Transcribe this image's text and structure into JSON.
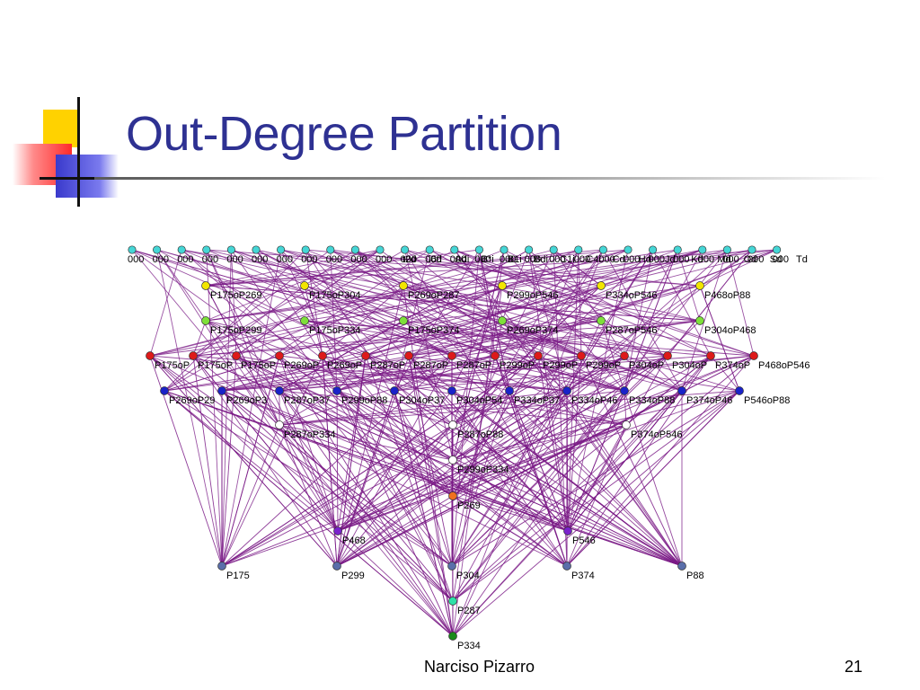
{
  "slide": {
    "title": "Out-Degree Partition",
    "author": "Narciso Pizarro",
    "page_number": "21"
  },
  "colors": {
    "title": "#2e3192",
    "edge": "#7a1a86",
    "cyan": "#45d6d6",
    "yellow": "#f2e600",
    "green": "#7ee03a",
    "red": "#dd1a1a",
    "blue": "#1a22c8",
    "white": "#ffffff",
    "orange": "#f07020",
    "purple": "#7a22cc",
    "steel": "#5a6eaa",
    "teal": "#2ee0a8",
    "dark_green": "#1a8a1a"
  },
  "network": {
    "rows": [
      {
        "color": "cyan",
        "nodes": [
          "000",
          "000",
          "000",
          "000",
          "000",
          "000",
          "000",
          "000",
          "000",
          "000",
          "000",
          "000",
          "000",
          "000",
          "000",
          "000",
          "000",
          "000",
          "000",
          "000",
          "000",
          "000",
          "000",
          "000",
          "000",
          "000",
          "000"
        ]
      },
      {
        "color": "cyan",
        "nodes": [
          "t2d",
          "i6d",
          "Adi",
          "B*i",
          "B1i",
          "Bdi",
          "C1i",
          "C4i",
          "Cd",
          "Hd",
          "Jd",
          "Kd",
          "Md",
          "Od",
          "Sd",
          "Td"
        ]
      },
      {
        "color": "yellow",
        "nodes": [
          "P175oP269",
          "P175oP304",
          "P269oP287",
          "P299oP546",
          "P334oP546",
          "P468oP88"
        ]
      },
      {
        "color": "green",
        "nodes": [
          "P175oP299",
          "P175oP334",
          "P175oP374",
          "P269oP374",
          "P287oP546",
          "P304oP468"
        ]
      },
      {
        "color": "red",
        "nodes": [
          "P175oP",
          "P175oP",
          "P175oP",
          "P269oP",
          "P269oP",
          "P287oP",
          "P287oP",
          "P287oP",
          "P299oP",
          "P299oP",
          "P299oP",
          "P304oP",
          "P304oP",
          "P374oP",
          "P468oP546"
        ]
      },
      {
        "color": "blue",
        "nodes": [
          "P269oP29",
          "P269oP3",
          "P287oP37",
          "P299oP88",
          "P304oP37",
          "P304oP54",
          "P334oP37",
          "P334oP46",
          "P334oP88",
          "P374oP46",
          "P546oP88"
        ]
      },
      {
        "color": "white",
        "nodes": [
          "P287oP334",
          "P287oP88",
          "P374oP546"
        ]
      },
      {
        "color": "white",
        "nodes": [
          "P299oP334"
        ]
      },
      {
        "color": "orange",
        "nodes": [
          "P269"
        ]
      },
      {
        "color": "purple",
        "nodes": [
          "P468",
          "P546"
        ]
      },
      {
        "color": "steel",
        "nodes": [
          "P175",
          "P299",
          "P304",
          "P374",
          "P88"
        ]
      },
      {
        "color": "teal",
        "nodes": [
          "P287"
        ]
      },
      {
        "color": "dark_green",
        "nodes": [
          "P334"
        ]
      }
    ]
  }
}
